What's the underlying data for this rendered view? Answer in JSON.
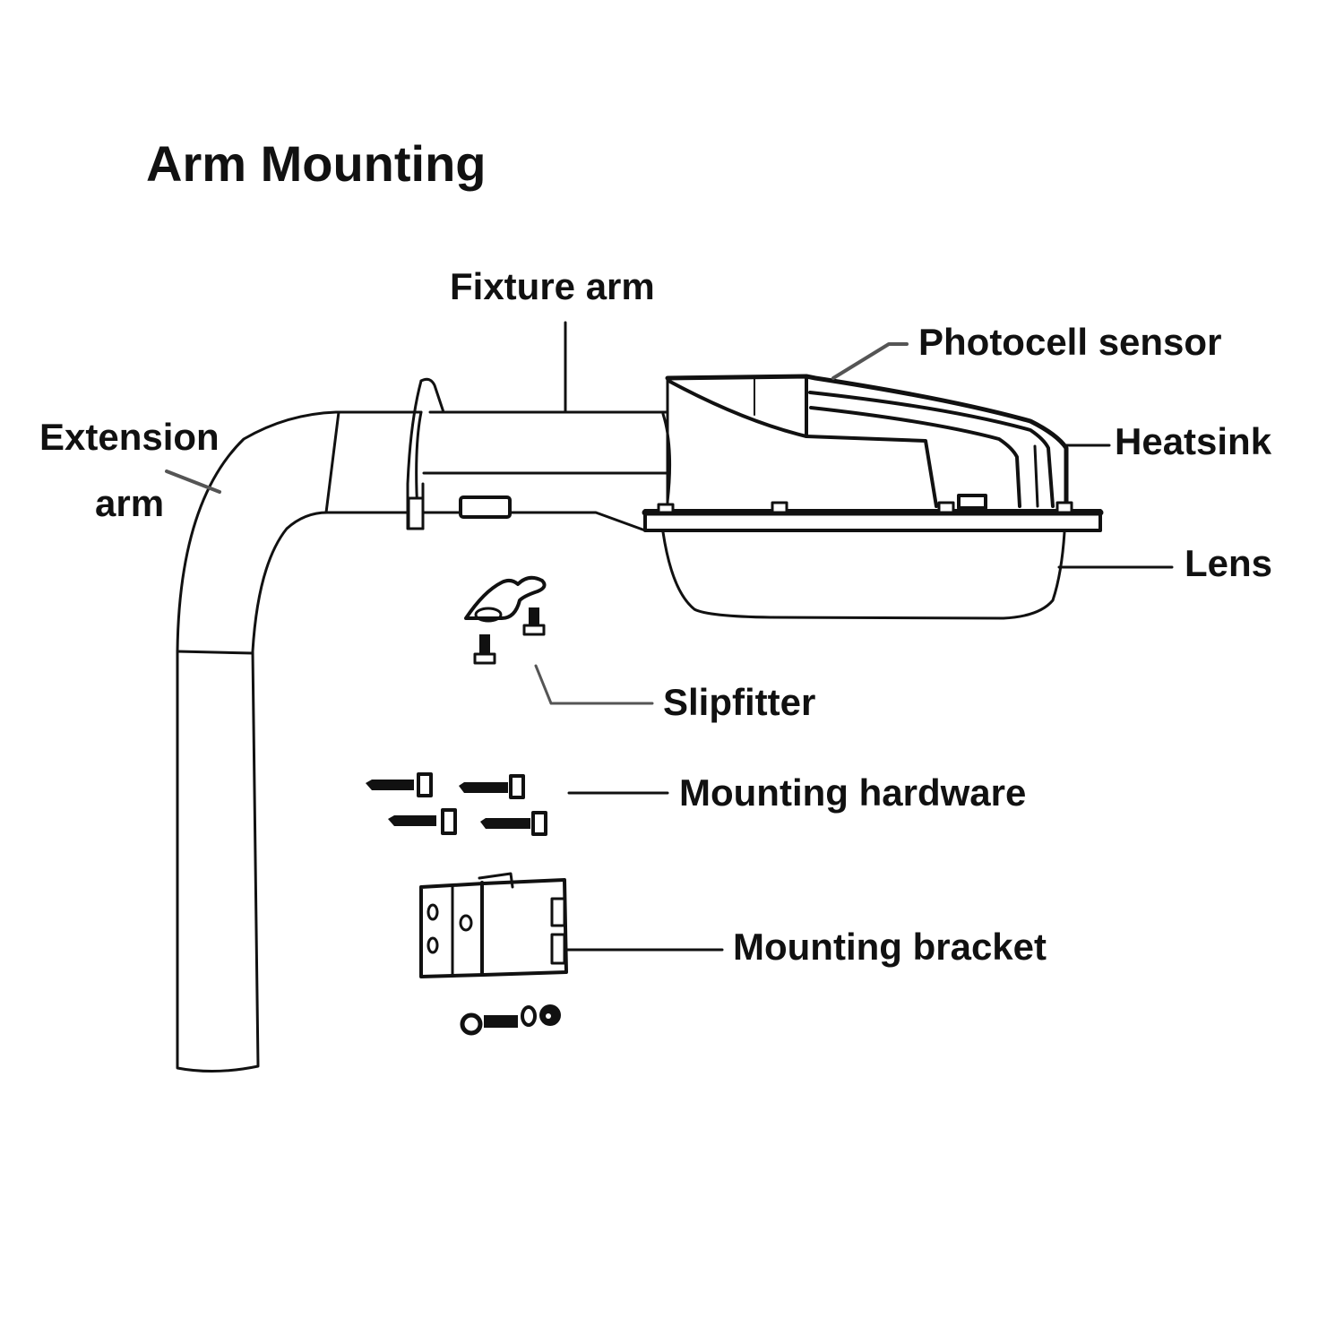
{
  "diagram": {
    "title": "Arm Mounting",
    "labels": {
      "fixture_arm": "Fixture arm",
      "photocell_sensor": "Photocell sensor",
      "extension_arm_line1": "Extension",
      "extension_arm_line2": "arm",
      "heatsink": "Heatsink",
      "lens": "Lens",
      "slipfitter": "Slipfitter",
      "mounting_hardware": "Mounting hardware",
      "mounting_bracket": "Mounting bracket"
    },
    "colors": {
      "ink": "#111111",
      "leader": "#555555",
      "background": "#ffffff"
    }
  }
}
